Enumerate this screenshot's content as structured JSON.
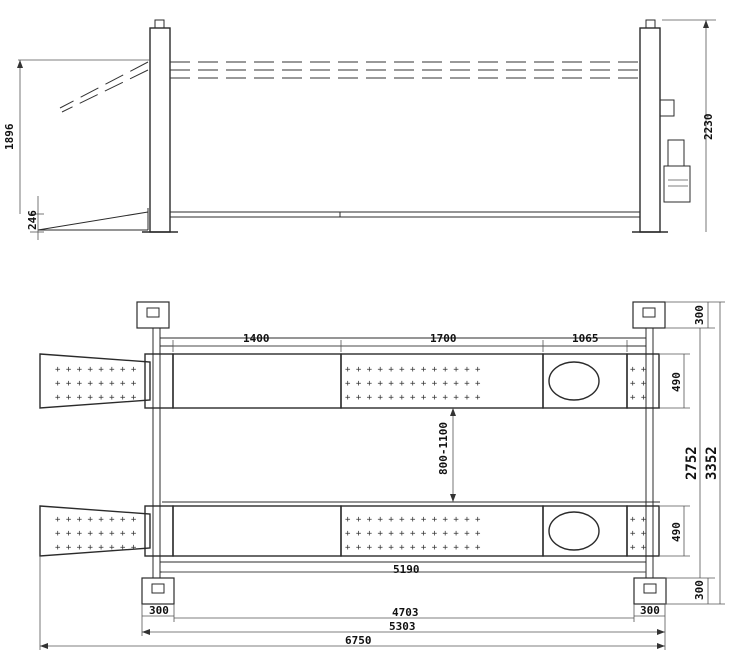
{
  "side_view": {
    "height_lift": "1896",
    "height_low": "246",
    "height_total": "2230"
  },
  "top_view": {
    "len_section_a": "1400",
    "len_section_b": "1700",
    "len_section_c": "1065",
    "runway_width_top": "490",
    "runway_width_bottom": "490",
    "gap_between_runways": "800-1100",
    "inner_span": "5190",
    "post_offset_left": "300",
    "post_offset_right": "300",
    "column_span": "4703",
    "post_centers": "5303",
    "overall_length": "6750",
    "post_depth_top": "300",
    "post_depth_bottom": "300",
    "width_inner": "2752",
    "width_overall": "3352"
  }
}
